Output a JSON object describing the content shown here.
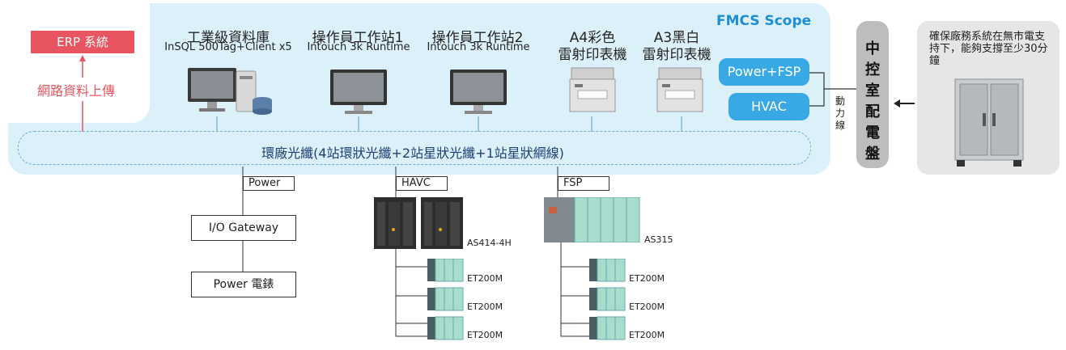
{
  "scope": {
    "title": "FMCS Scope",
    "ring_label": "環廠光纖(4站環狀光纖+2站星狀光纖+1站星狀網線)"
  },
  "erp": {
    "box_label": "ERP 系統",
    "upload_label": "網路資料上傳"
  },
  "stations": [
    {
      "line1": "工業級資料庫",
      "line2": "InSQL 500Tag+Client x5"
    },
    {
      "line1": "操作員工作站1",
      "line2": "Intouch 3k Runtime"
    },
    {
      "line1": "操作員工作站2",
      "line2": "Intouch 3k Runtime"
    },
    {
      "line1": "A4彩色",
      "line2": "雷射印表機"
    },
    {
      "line1": "A3黑白",
      "line2": "雷射印表機"
    }
  ],
  "power_fsp_label": "Power+FSP",
  "hvac_label": "HVAC",
  "power_line_label": "動\n力\n線",
  "control_panel_label": "中\n控\n室\n配\n電\n盤",
  "ups_text": "確保廠務系統在無市電支持下，能夠支撐至少30分鐘",
  "bus": {
    "power": {
      "label": "Power",
      "gateway": "I/O Gateway",
      "meter": "Power 電錶"
    },
    "havc": {
      "label": "HAVC",
      "controller": "AS414-4H",
      "io": [
        "ET200M",
        "ET200M",
        "ET200M"
      ]
    },
    "fsp": {
      "label": "FSP",
      "controller": "AS315",
      "io": [
        "ET200M",
        "ET200M",
        "ET200M"
      ]
    }
  },
  "colors": {
    "scope_bg": "#dcf0fa",
    "accent_blue": "#1c8ed4",
    "pill_blue": "#39a9e6",
    "erp_red": "#e8545f",
    "panel_gray": "#bdbdbd"
  }
}
